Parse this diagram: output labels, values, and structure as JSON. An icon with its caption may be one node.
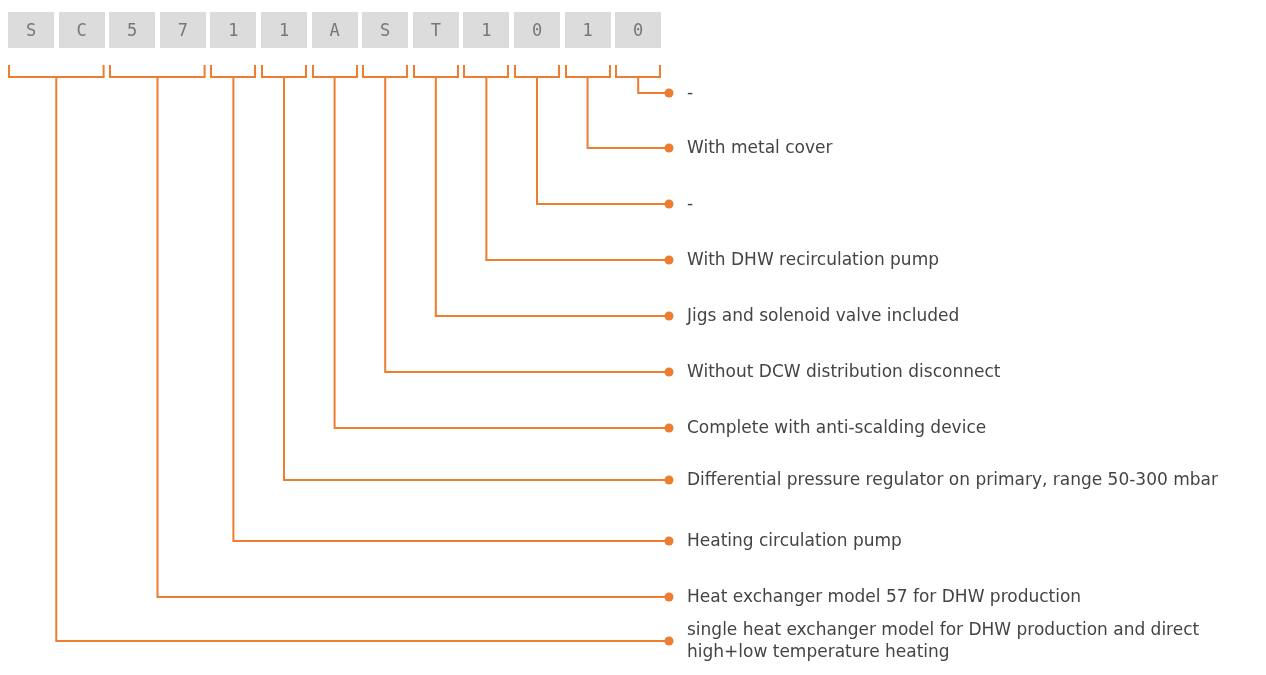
{
  "diagram": {
    "nodes": [
      {
        "text": [
          "S"
        ]
      },
      {
        "text": [
          "C"
        ]
      },
      {
        "text": [
          "5"
        ]
      },
      {
        "text": [
          "7"
        ]
      },
      {
        "text": [
          "1"
        ]
      },
      {
        "text": [
          "1"
        ]
      },
      {
        "text": [
          "A"
        ]
      },
      {
        "text": [
          "S"
        ]
      },
      {
        "text": [
          "T"
        ]
      },
      {
        "text": [
          "1"
        ]
      },
      {
        "text": [
          "0"
        ]
      },
      {
        "text": [
          "1"
        ]
      },
      {
        "text": [
          "0"
        ]
      },
      {
        "text": [],
        "shape": "bracket"
      },
      {
        "text": [],
        "shape": "bracket"
      },
      {
        "text": [],
        "shape": "bracket"
      },
      {
        "text": [],
        "shape": "bracket"
      },
      {
        "text": [],
        "shape": "bracket"
      },
      {
        "text": [],
        "shape": "bracket"
      },
      {
        "text": [],
        "shape": "bracket"
      },
      {
        "text": [],
        "shape": "bracket"
      },
      {
        "text": [],
        "shape": "bracket"
      },
      {
        "text": [],
        "shape": "bracket"
      },
      {
        "text": [],
        "shape": "bracket"
      },
      {
        "text": [
          "-"
        ]
      },
      {
        "text": [
          "With metal cover"
        ]
      },
      {
        "text": [
          "-"
        ]
      },
      {
        "text": [
          "With DHW recirculation pump"
        ]
      },
      {
        "text": [
          "Jigs and solenoid valve included"
        ]
      },
      {
        "text": [
          "Without DCW distribution disconnect"
        ]
      },
      {
        "text": [
          "Complete with anti-scalding device"
        ]
      },
      {
        "text": [
          "Differential pressure regulator on primary, range 50-300 mbar"
        ]
      },
      {
        "text": [
          "Heating circulation pump"
        ]
      },
      {
        "text": [
          "Heat exchanger model 57 for DHW production"
        ]
      },
      {
        "text": [
          "single heat exchanger model for DHW production and direct high+low temperature heating"
        ]
      }
    ],
    "edges": [
      {
        "from": 23,
        "to": 24,
        "arrow": "other"
      },
      {
        "from": 22,
        "to": 25,
        "arrow": "other"
      },
      {
        "from": 21,
        "to": 26,
        "arrow": "other"
      },
      {
        "from": 20,
        "to": 27,
        "arrow": "other"
      },
      {
        "from": 19,
        "to": 28,
        "arrow": "other"
      },
      {
        "from": 18,
        "to": 29,
        "arrow": "other"
      },
      {
        "from": 17,
        "to": 30,
        "arrow": "other"
      },
      {
        "from": 16,
        "to": 31,
        "arrow": "other"
      },
      {
        "from": 15,
        "to": 32,
        "arrow": "other"
      },
      {
        "from": 14,
        "to": 33,
        "arrow": "other"
      },
      {
        "from": 13,
        "to": 34,
        "arrow": "other"
      }
    ]
  }
}
